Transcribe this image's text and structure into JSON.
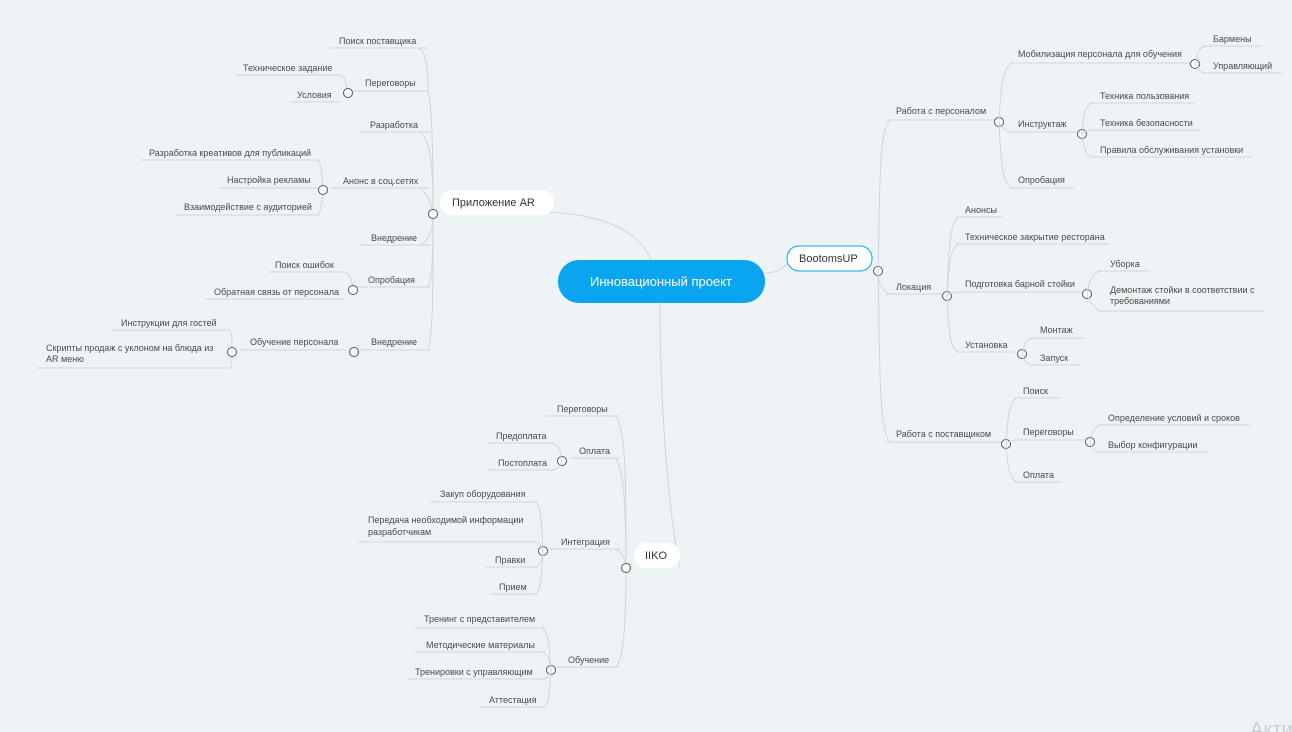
{
  "root": {
    "label": "Инновационный проект",
    "color": "#0aa5f0"
  },
  "branches": {
    "ar": {
      "label": "Приложение AR",
      "items": [
        "Поиск поставщика",
        "Техническое задание",
        "Переговоры",
        "Условия",
        "Разработка",
        "Разработка креативов для публикаций",
        "Анонс в соц.сетях",
        "Настройка рекламы",
        "Взаимодействие с аудиторией",
        "Внедрение",
        "Поиск ошибок",
        "Опробация",
        "Обратная связь от персонала",
        "Инструкции для гостей",
        "Обучение персонала",
        "Внедрение",
        "Скрипты продаж с уклоном на блюда из",
        "AR меню"
      ]
    },
    "bootoms": {
      "label": "BootomsUP",
      "items": [
        "Мобилизация персонала для обучения",
        "Бармены",
        "Управляющий",
        "Работа с персоналом",
        "Техника пользования",
        "Инструктаж",
        "Техника безопасности",
        "Правила обслуживания установки",
        "Опробация",
        "Анонсы",
        "Техническое закрытие ресторана",
        "Локация",
        "Уборка",
        "Подготовка барной стойки",
        "Демонтаж стойки в соответствии с",
        "требованиями",
        "Монтаж",
        "Установка",
        "Запуск",
        "Поиск",
        "Определение условий и сроков",
        "Работа с поставщиком",
        "Переговоры",
        "Выбор конфигурации",
        "Оплата"
      ]
    },
    "iiko": {
      "label": "IIKO",
      "items": [
        "Переговоры",
        "Предоплата",
        "Оплата",
        "Постоплата",
        "Закуп оборудования",
        "Передача необходимой информации",
        "разработчикам",
        "Интеграция",
        "Правки",
        "Прием",
        "Тренинг с представителем",
        "Методические материалы",
        "Обучение",
        "Тренировки с управляющим",
        "Аттестация"
      ]
    }
  },
  "watermark": "Акти"
}
